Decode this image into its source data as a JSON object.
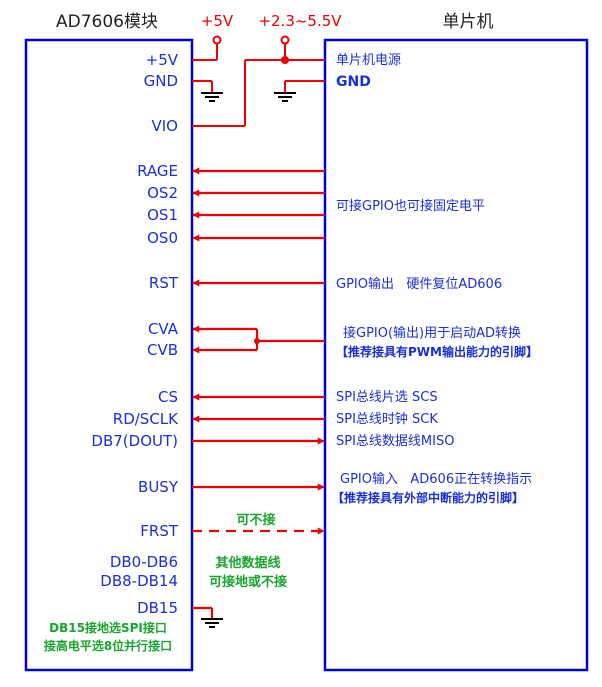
{
  "left_module": {
    "title": "AD7606模块",
    "pins": {
      "vcc": "+5V",
      "gnd": "GND",
      "vio": "VIO",
      "rage": "RAGE",
      "os2": "OS2",
      "os1": "OS1",
      "os0": "OS0",
      "rst": "RST",
      "cva": "CVA",
      "cvb": "CVB",
      "cs": "CS",
      "rd_sclk": "RD/SCLK",
      "db7_dout": "DB7(DOUT)",
      "busy": "BUSY",
      "frst": "FRST",
      "db0_db6": "DB0-DB6",
      "db8_db14": "DB8-DB14",
      "db15": "DB15"
    },
    "notes": {
      "db15_line1": "DB15接地选SPI接口",
      "db15_line2": "接高电平选8位并行接口"
    }
  },
  "supplies": {
    "plus5v": "+5V",
    "vio_range": "+2.3~5.5V"
  },
  "right_mcu": {
    "title": "单片机",
    "labels": {
      "power": "单片机电源",
      "gnd": "GND",
      "os_gpio": "可接GPIO也可接固定电平",
      "rst_desc": "GPIO输出   硬件复位AD606",
      "cv_line1": "接GPIO(输出)用于启动AD转换",
      "cv_line2": "【推荐接具有PWM输出能力的引脚】",
      "cs_desc": "SPI总线片选 SCS",
      "sck_desc": "SPI总线时钟 SCK",
      "miso_desc": "SPI总线数据线MISO",
      "busy_line1": "GPIO输入   AD606正在转换指示",
      "busy_line2": "【推荐接具有外部中断能力的引脚】"
    }
  },
  "notes": {
    "frst_optional": "可不接",
    "other_data_line1": "其他数据线",
    "other_data_line2": "可接地或不接"
  },
  "colors": {
    "box": "#0000cc",
    "text_blue": "#1a2fd6",
    "wire_red": "#ee0000",
    "text_green": "#1aa530",
    "text_black": "#222222"
  }
}
